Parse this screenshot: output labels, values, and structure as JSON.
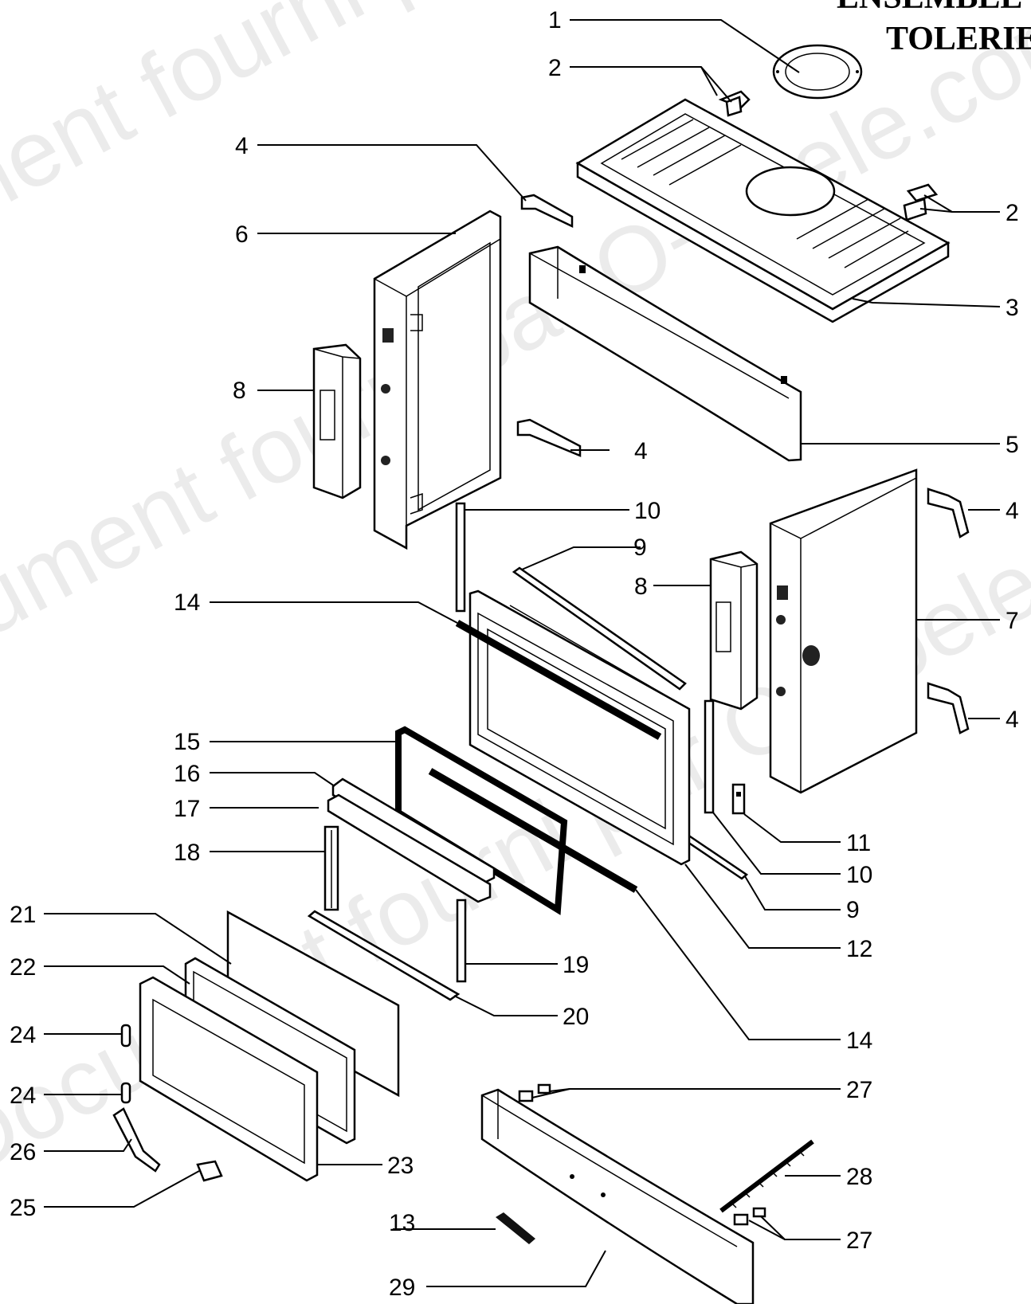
{
  "title": {
    "line1": "ENSEMBLE",
    "line2": "TOLERIE"
  },
  "watermark": "Document fourni par O-Poele.com - Document fourni par O-Poele.com",
  "callouts": [
    {
      "label": "1"
    },
    {
      "label": "2"
    },
    {
      "label": "2"
    },
    {
      "label": "3"
    },
    {
      "label": "4"
    },
    {
      "label": "4"
    },
    {
      "label": "4"
    },
    {
      "label": "4"
    },
    {
      "label": "5"
    },
    {
      "label": "6"
    },
    {
      "label": "7"
    },
    {
      "label": "8"
    },
    {
      "label": "8"
    },
    {
      "label": "9"
    },
    {
      "label": "9"
    },
    {
      "label": "10"
    },
    {
      "label": "10"
    },
    {
      "label": "11"
    },
    {
      "label": "12"
    },
    {
      "label": "13"
    },
    {
      "label": "14"
    },
    {
      "label": "14"
    },
    {
      "label": "15"
    },
    {
      "label": "16"
    },
    {
      "label": "17"
    },
    {
      "label": "18"
    },
    {
      "label": "19"
    },
    {
      "label": "20"
    },
    {
      "label": "21"
    },
    {
      "label": "22"
    },
    {
      "label": "23"
    },
    {
      "label": "24"
    },
    {
      "label": "24"
    },
    {
      "label": "25"
    },
    {
      "label": "26"
    },
    {
      "label": "27"
    },
    {
      "label": "27"
    },
    {
      "label": "28"
    },
    {
      "label": "29"
    }
  ]
}
